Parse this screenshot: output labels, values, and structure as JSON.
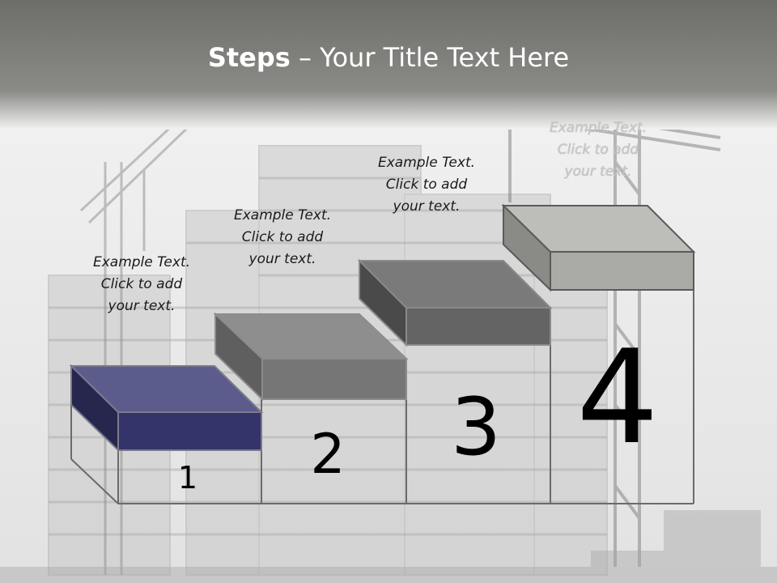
{
  "slide": {
    "title_bold": "Steps",
    "title_rest": " – Your Title Text Here"
  },
  "steps": [
    {
      "number": "1",
      "text": [
        "Example Text.",
        "Click  to add",
        "your text."
      ],
      "color": "#3a3a6e"
    },
    {
      "number": "2",
      "text": [
        "Example Text.",
        "Click  to add",
        "your text."
      ],
      "color": "#7a7a7a"
    },
    {
      "number": "3",
      "text": [
        "Example Text.",
        "Click  to add",
        "your text."
      ],
      "color": "#606060"
    },
    {
      "number": "4",
      "text": [
        "Example Text.",
        "Click  to add",
        "your text."
      ],
      "color": "#a8a8a4"
    }
  ]
}
